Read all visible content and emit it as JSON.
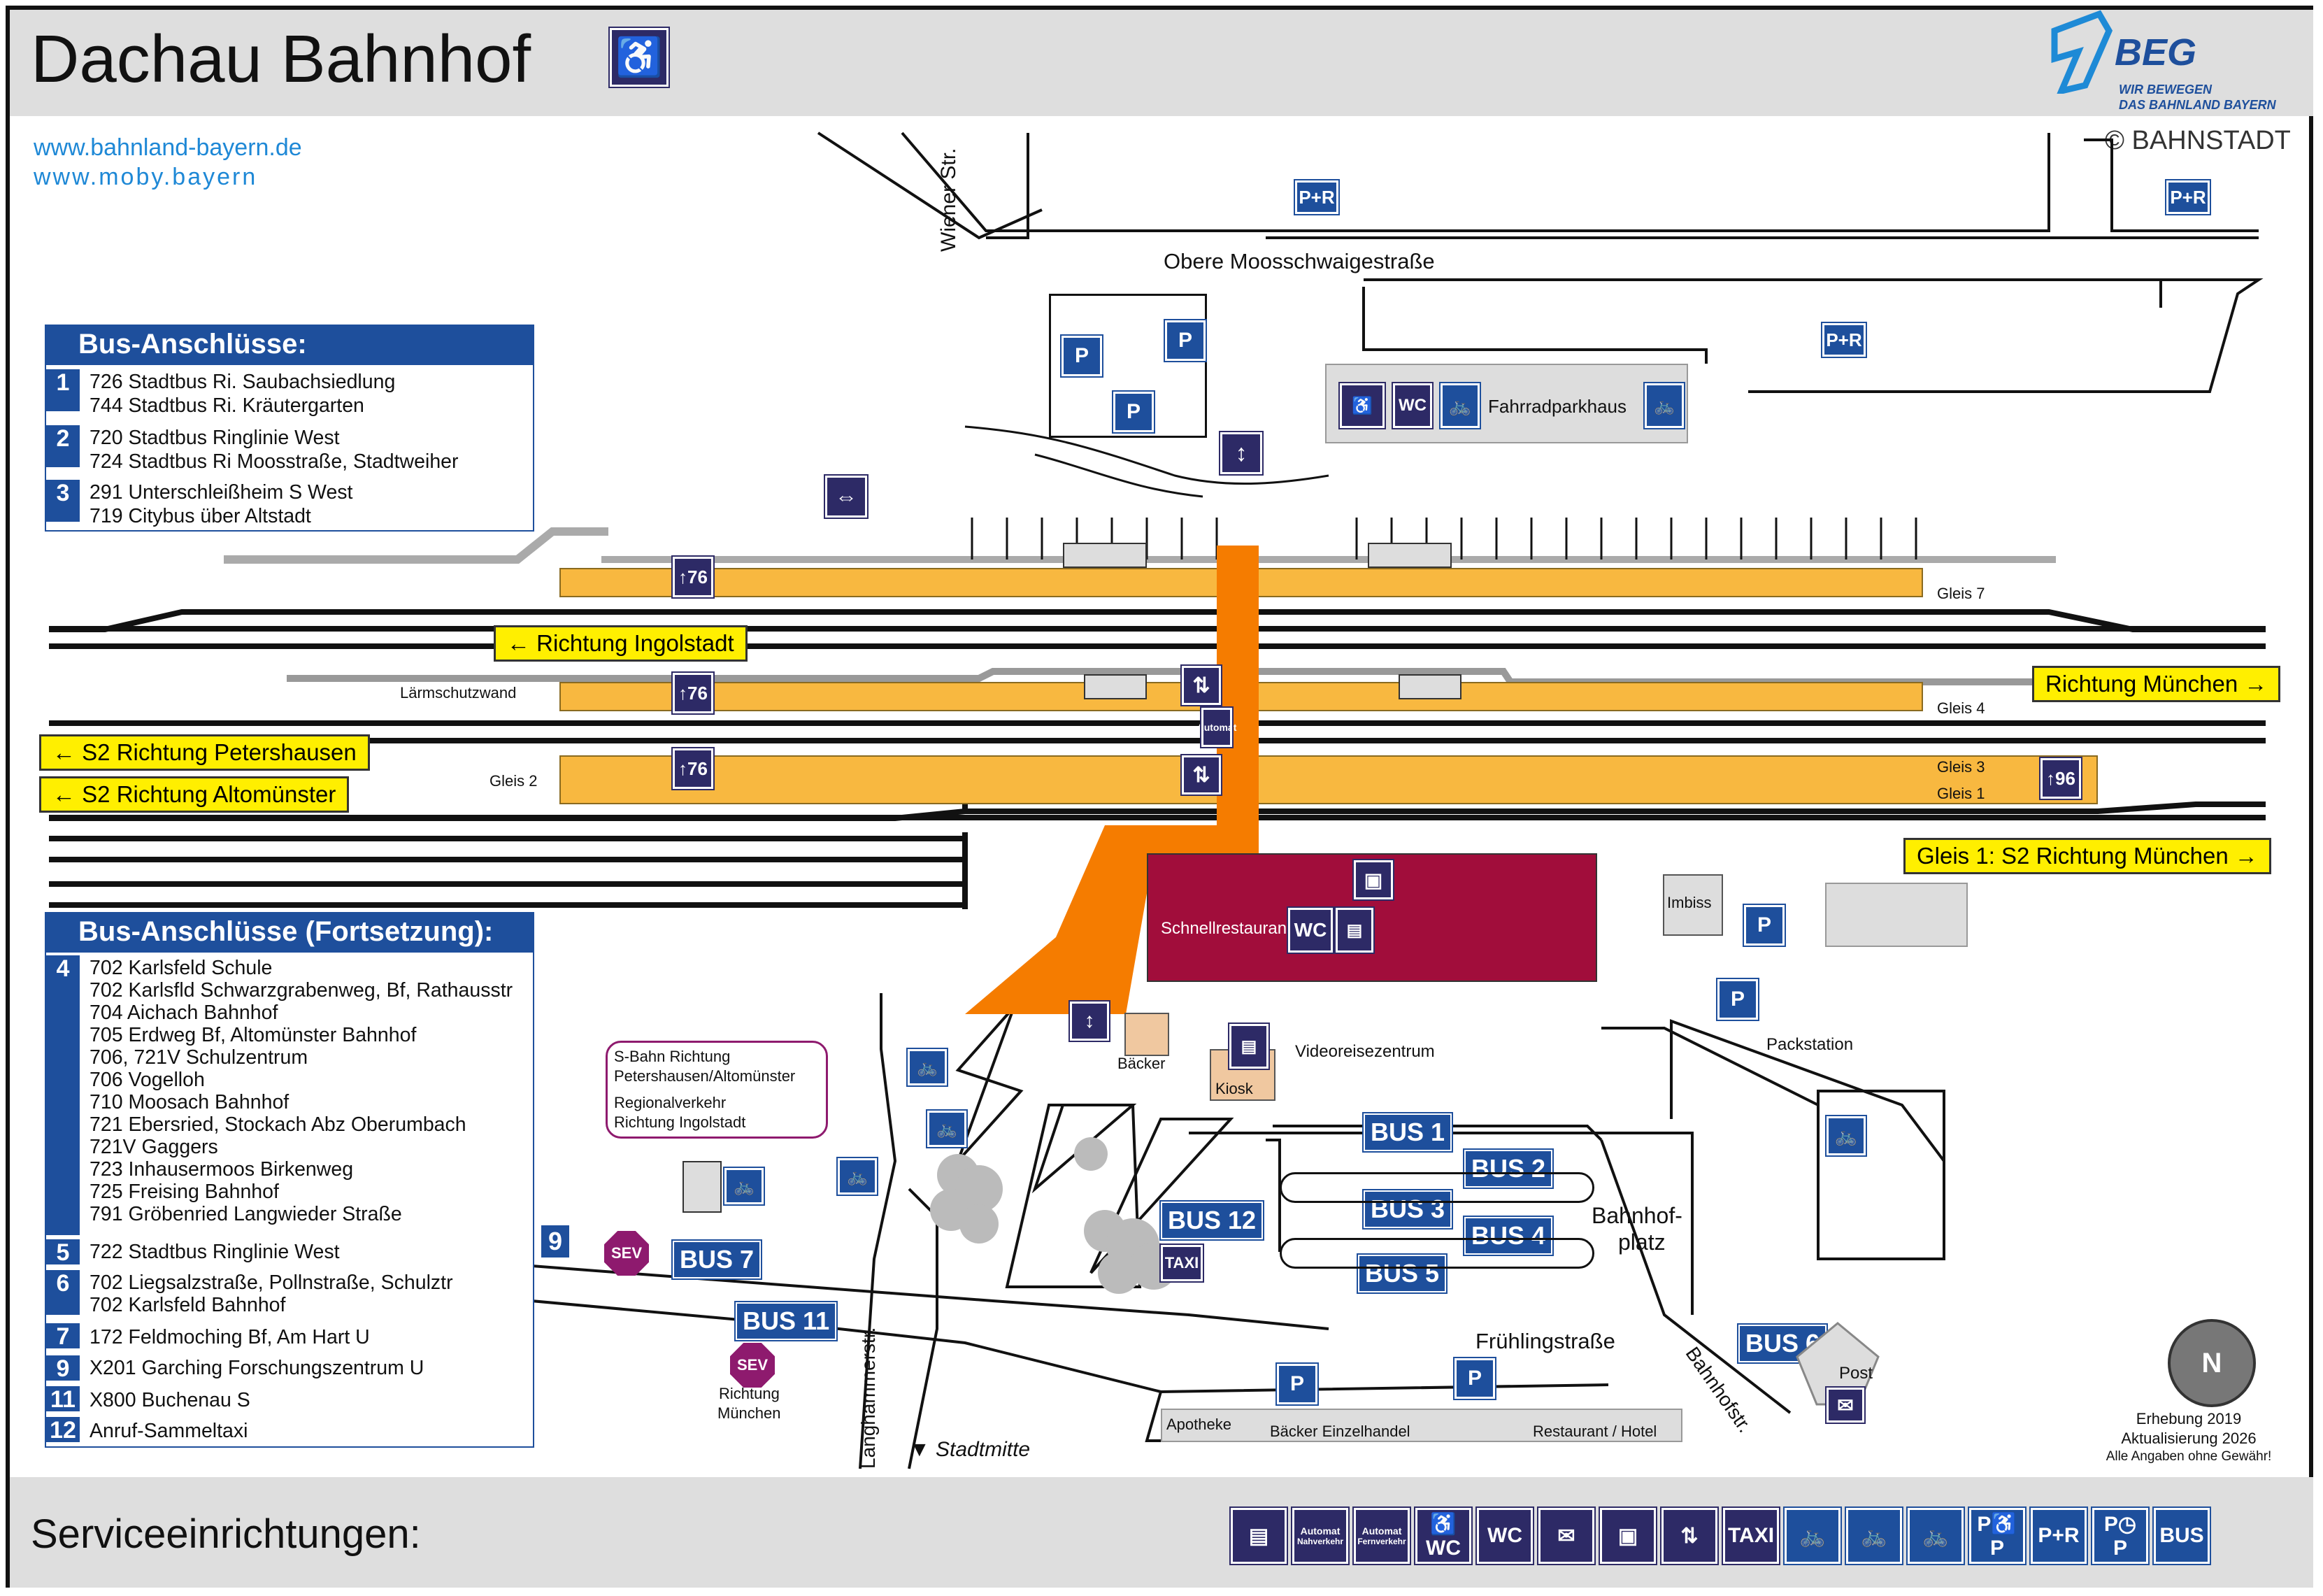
{
  "header": {
    "title": "Dachau Bahnhof",
    "accessibility_icon": "wheelchair-icon",
    "logo": {
      "name": "BEG",
      "tagline_1": "WIR BEWEGEN",
      "tagline_2": "DAS BAHNLAND BAYERN"
    }
  },
  "links": [
    "www.bahnland-bayern.de",
    "www.moby.bayern"
  ],
  "copyright": "© BAHNSTADT",
  "colors": {
    "header_bg": "#dedede",
    "brand_blue": "#1e4f9c",
    "dark_blue": "#2d2a66",
    "platform": "#f8b840",
    "bridge_orange": "#f57c00",
    "building": "#a10d3b",
    "sign_yellow": "#ffef00",
    "sev_purple": "#8e1a6e"
  },
  "bus_panel_1": {
    "title": "Bus-Anschlüsse:",
    "groups": [
      {
        "num": "1",
        "lines": [
          "726 Stadtbus Ri. Saubachsiedlung",
          "744 Stadtbus Ri. Kräutergarten"
        ]
      },
      {
        "num": "2",
        "lines": [
          "720 Stadtbus Ringlinie West",
          "724 Stadtbus Ri Moosstraße, Stadtweiher"
        ]
      },
      {
        "num": "3",
        "lines": [
          "291 Unterschleißheim S West",
          "719 Citybus über Altstadt"
        ]
      }
    ]
  },
  "bus_panel_2": {
    "title": "Bus-Anschlüsse (Fortsetzung):",
    "groups": [
      {
        "num": "4",
        "lines": [
          "702 Karlsfeld Schule",
          "702 Karlsfld Schwarzgrabenweg, Bf, Rathausstr",
          "704 Aichach Bahnhof",
          "705 Erdweg Bf, Altomünster Bahnhof",
          "706, 721V Schulzentrum",
          "706 Vogelloh",
          "710 Moosach Bahnhof",
          "721 Ebersried, Stockach Abz Oberumbach",
          "721V Gaggers",
          "723 Inhausermoos Birkenweg",
          "725 Freising Bahnhof",
          "791 Gröbenried Langwieder Straße"
        ]
      },
      {
        "num": "5",
        "lines": [
          "722 Stadtbus Ringlinie West"
        ]
      },
      {
        "num": "6",
        "lines": [
          "702 Liegsalzstraße, Pollnstraße, Schulztr",
          "702 Karlsfeld Bahnhof"
        ]
      },
      {
        "num": "7",
        "lines": [
          "172 Feldmoching Bf, Am Hart U"
        ]
      },
      {
        "num": "9",
        "lines": [
          "X201 Garching Forschungszentrum U"
        ]
      },
      {
        "num": "11",
        "lines": [
          "X800 Buchenau S"
        ]
      },
      {
        "num": "12",
        "lines": [
          "Anruf-Sammeltaxi"
        ]
      }
    ]
  },
  "streets": {
    "wiener": "Wiener Str.",
    "obere": "Obere Moosschwaigestraße",
    "langhammer": "Langhammerstr.",
    "fruehling": "Frühlingstraße",
    "bahnhofstr": "Bahnhofstr.",
    "stadtmitte": "Stadtmitte"
  },
  "directions": {
    "ingolstadt": "Richtung Ingolstadt",
    "muenchen": "Richtung München",
    "petershausen": "S2 Richtung Petershausen",
    "altomuenster": "S2 Richtung Altomünster",
    "gleis1_muenchen": "Gleis 1: S2 Richtung München"
  },
  "tracks": {
    "gleis7": "Gleis 7",
    "gleis4": "Gleis 4",
    "gleis3": "Gleis 3",
    "gleis2": "Gleis 2",
    "gleis1": "Gleis 1",
    "laermschutz": "Lärmschutzwand",
    "platform_length_1": "76",
    "platform_length_2": "76",
    "platform_length_3": "76",
    "platform_length_4": "96"
  },
  "buildings": {
    "restaurant": "Schnellrestaurant",
    "fahrradparkhaus": "Fahrradparkhaus",
    "imbiss": "Imbiss",
    "packstation": "Packstation",
    "baecker": "Bäcker",
    "kiosk": "Kiosk",
    "reisezentrum": "Videoreisezentrum",
    "bahnhofplatz_1": "Bahnhof-",
    "bahnhofplatz_2": "platz",
    "post": "Post",
    "apotheke": "Apotheke",
    "baecker_einzel": "Bäcker  Einzelhandel",
    "restaurant_hotel": "Restaurant / Hotel"
  },
  "sbahn_note": {
    "line1": "S-Bahn Richtung",
    "line2": "Petershausen/Altomünster",
    "line3": "Regionalverkehr",
    "line4": "Richtung Ingolstadt"
  },
  "sev": {
    "label": "SEV",
    "richtung": "Richtung",
    "muenchen": "München"
  },
  "icon_labels": {
    "wc": "WC",
    "bus": "BUS",
    "taxi": "TAXI",
    "pr": "P+R",
    "p": "P",
    "automat": "Automat"
  },
  "bus_stops": [
    "1",
    "2",
    "3",
    "4",
    "5",
    "6",
    "7",
    "9",
    "11",
    "12"
  ],
  "compass": "N",
  "survey": {
    "line1": "Erhebung 2019",
    "line2": "Aktualisierung 2026",
    "line3": "Alle Angaben ohne Gewähr!"
  },
  "footer": {
    "title": "Serviceeinrichtungen:",
    "legend": [
      {
        "icon": "ticket-counter-icon",
        "label": ""
      },
      {
        "icon": "ticket-machine-local-icon",
        "label": "Automat",
        "sub": "Nahverkehr"
      },
      {
        "icon": "ticket-machine-longdistance-icon",
        "label": "Automat",
        "sub": "Fernverkehr"
      },
      {
        "icon": "accessible-wc-icon",
        "label": "WC"
      },
      {
        "icon": "wc-icon",
        "label": "WC"
      },
      {
        "icon": "mail-icon",
        "label": ""
      },
      {
        "icon": "luggage-locker-icon",
        "label": ""
      },
      {
        "icon": "elevator-icon",
        "label": ""
      },
      {
        "icon": "taxi-icon",
        "label": "TAXI"
      },
      {
        "icon": "bike-rental-icon",
        "label": ""
      },
      {
        "icon": "bike-box-icon",
        "label": ""
      },
      {
        "icon": "bike-parking-icon",
        "label": ""
      },
      {
        "icon": "disabled-parking-icon",
        "label": "P"
      },
      {
        "icon": "park-and-ride-icon",
        "label": "P+R"
      },
      {
        "icon": "short-term-parking-icon",
        "label": "P"
      },
      {
        "icon": "bus-icon",
        "label": "BUS"
      }
    ]
  }
}
